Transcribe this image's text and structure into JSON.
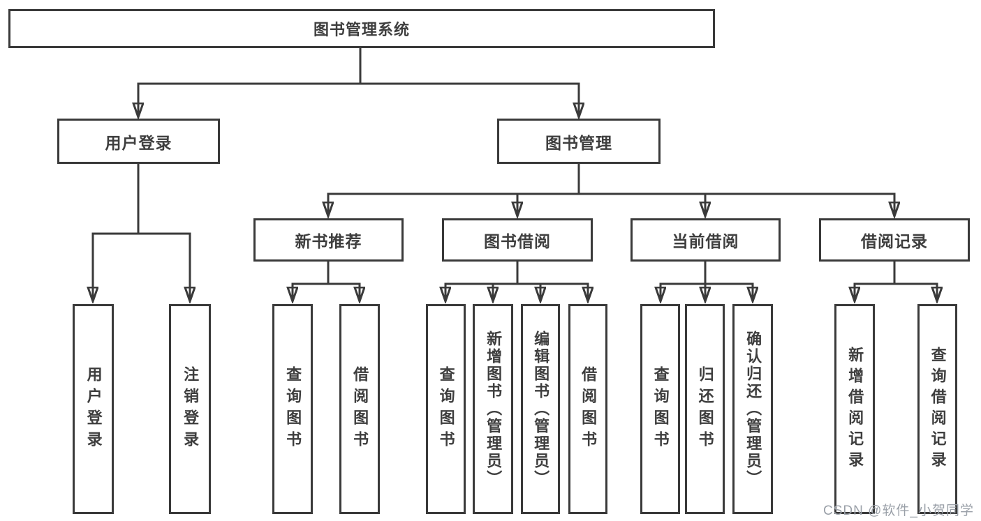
{
  "diagram": {
    "root": {
      "label": "图书管理系统"
    },
    "branches": [
      {
        "label": "用户登录",
        "children": [
          {
            "label": "用户登录"
          },
          {
            "label": "注销登录"
          }
        ]
      },
      {
        "label": "图书管理",
        "children": [
          {
            "label": "新书推荐",
            "children": [
              {
                "label": "查询图书"
              },
              {
                "label": "借阅图书"
              }
            ]
          },
          {
            "label": "图书借阅",
            "children": [
              {
                "label": "查询图书"
              },
              {
                "label": "新增图书（管理员）"
              },
              {
                "label": "编辑图书（管理员）"
              },
              {
                "label": "借阅图书"
              }
            ]
          },
          {
            "label": "当前借阅",
            "children": [
              {
                "label": "查询图书"
              },
              {
                "label": "归还图书"
              },
              {
                "label": "确认归还（管理员）"
              }
            ]
          },
          {
            "label": "借阅记录",
            "children": [
              {
                "label": "新增借阅记录"
              },
              {
                "label": "查询借阅记录"
              }
            ]
          }
        ]
      }
    ]
  },
  "watermark": {
    "text": "CSDN @软件_小贺同学"
  },
  "colors": {
    "line": "#3a3a3a",
    "box_border": "#3a3a3a",
    "text": "#3e3e3e",
    "background": "#ffffff",
    "watermark": "#9aa0a8"
  }
}
